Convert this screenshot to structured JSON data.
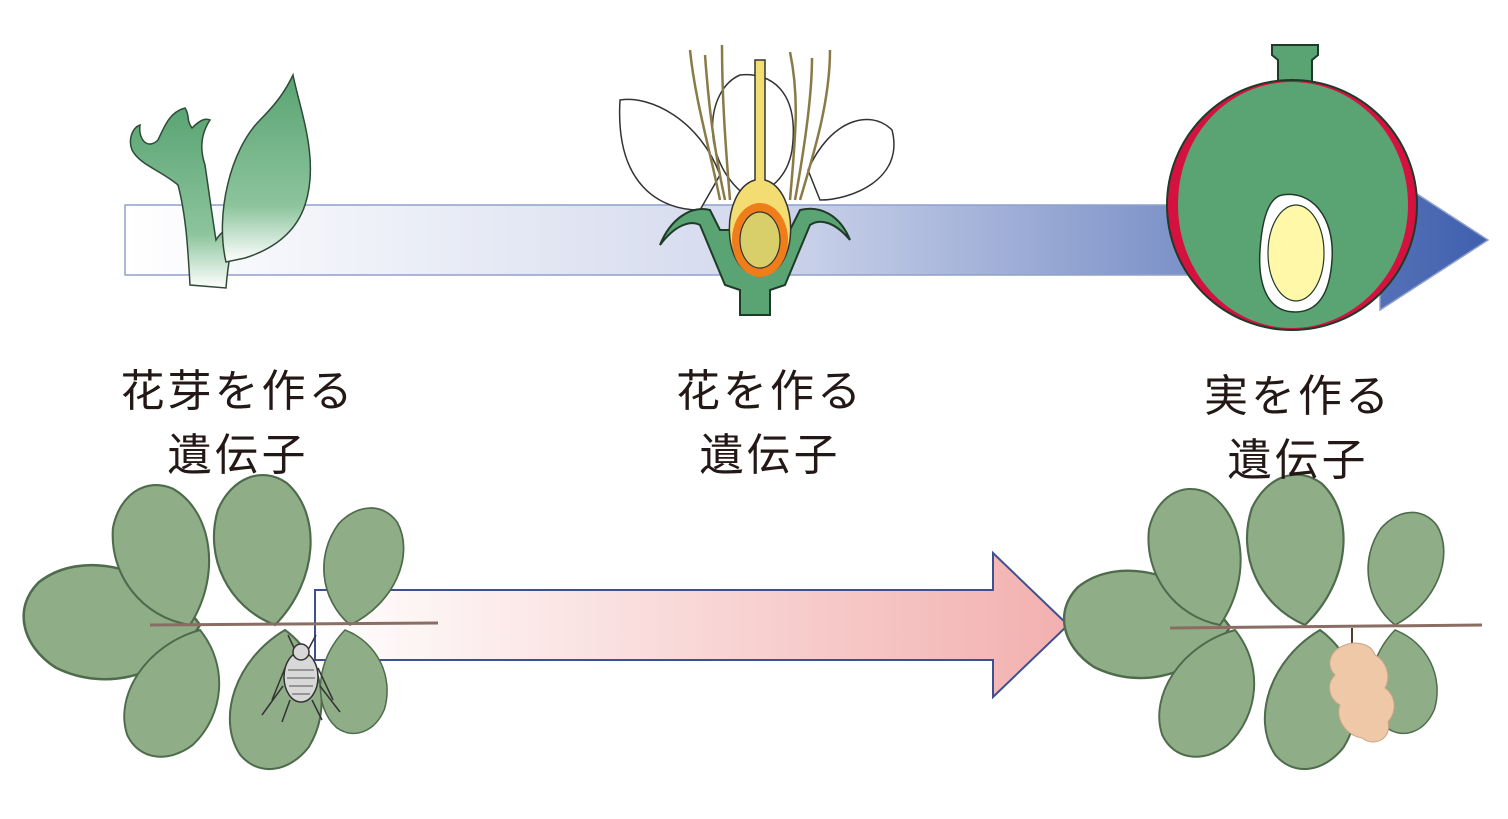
{
  "stages": [
    {
      "id": "bud",
      "line1": "花芽を作る",
      "line2": "遺伝子"
    },
    {
      "id": "flower",
      "line1": "花を作る",
      "line2": "遺伝子"
    },
    {
      "id": "fruit",
      "line1": "実を作る",
      "line2": "遺伝子"
    }
  ],
  "colors": {
    "top_arrow": "#3f5fae",
    "bottom_arrow": "#f2b3b2",
    "plant_green": "#5aa473",
    "leaf_green": "#8fae88",
    "fruit_rim": "#d5123f",
    "ovule": "#fff8a8",
    "gall": "#efc8a8"
  },
  "icons": [
    "bud-sprout-icon",
    "flower-cross-section-icon",
    "fruit-cross-section-icon",
    "leaf-branch-with-aphid-icon",
    "leaf-branch-with-gall-icon"
  ]
}
